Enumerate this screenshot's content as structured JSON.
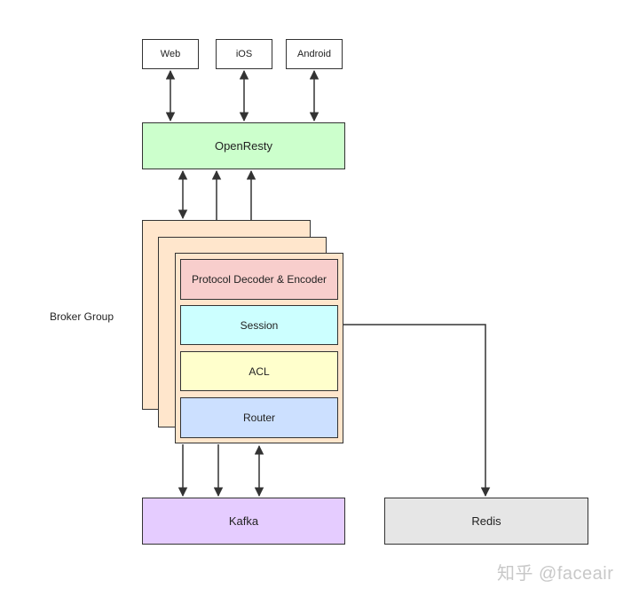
{
  "clients": {
    "web": "Web",
    "ios": "iOS",
    "android": "Android"
  },
  "gateway": {
    "label": "OpenResty"
  },
  "broker_group": {
    "label": "Broker Group",
    "layers": {
      "protocol": "Protocol Decoder & Encoder",
      "session": "Session",
      "acl": "ACL",
      "router": "Router"
    }
  },
  "storage": {
    "kafka": "Kafka",
    "redis": "Redis"
  },
  "watermark": "知乎 @faceair",
  "colors": {
    "openresty_fill": "#ccffcc",
    "broker_fill": "#ffe6cc",
    "protocol_fill": "#f8cecc",
    "session_fill": "#ccffff",
    "acl_fill": "#ffffcc",
    "router_fill": "#cce0ff",
    "kafka_fill": "#e5ccff",
    "redis_fill": "#e6e6e6",
    "line": "#333333"
  }
}
